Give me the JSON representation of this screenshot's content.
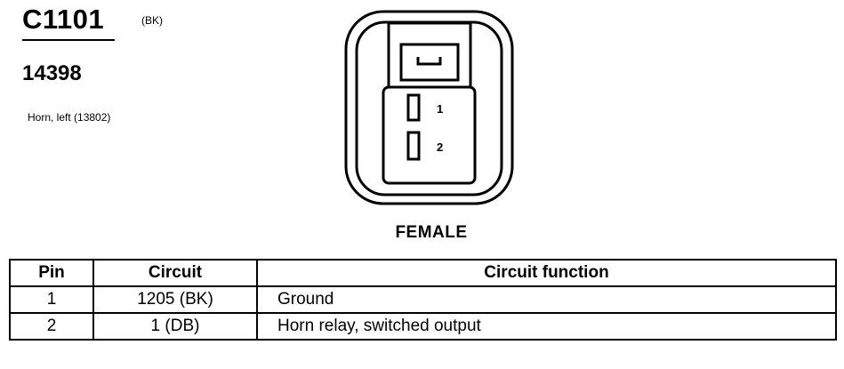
{
  "connector": {
    "id": "C1101",
    "color": "(BK)",
    "part_number": "14398",
    "description": "Horn, left (13802)",
    "gender": "FEMALE",
    "pin_labels": [
      "1",
      "2"
    ]
  },
  "table": {
    "headers": [
      "Pin",
      "Circuit",
      "Circuit function"
    ],
    "rows": [
      [
        "1",
        "1205 (BK)",
        "Ground"
      ],
      [
        "2",
        "1 (DB)",
        "Horn relay, switched output"
      ]
    ]
  }
}
